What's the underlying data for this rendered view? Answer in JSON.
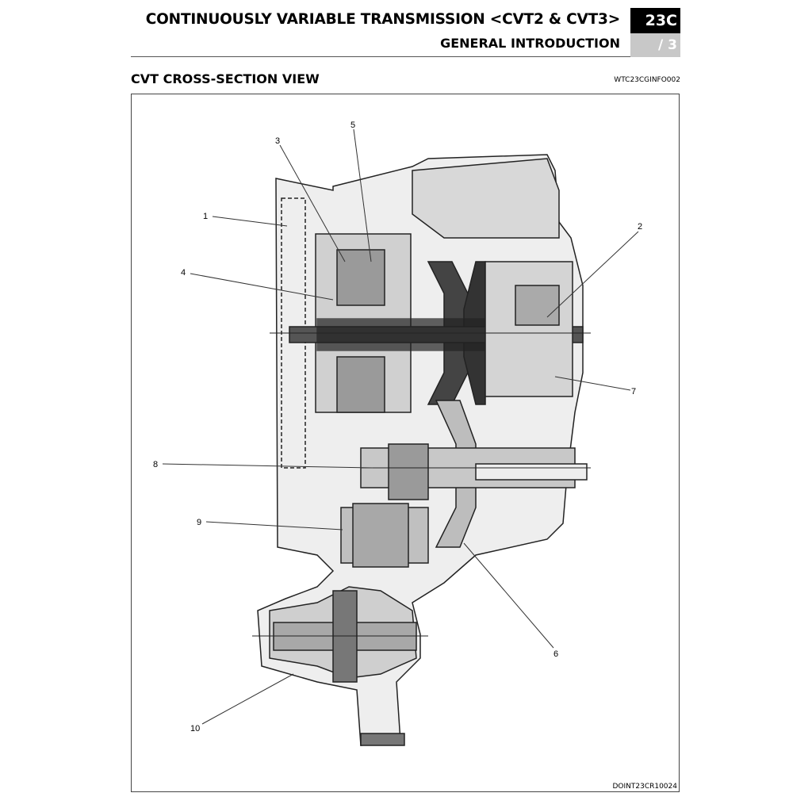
{
  "header": {
    "title": "CONTINUOUSLY VARIABLE TRANSMISSION <CVT2 & CVT3>",
    "subtitle": "GENERAL INTRODUCTION",
    "chapter": "23C",
    "page": "/ 3"
  },
  "section": {
    "heading": "CVT CROSS-SECTION VIEW",
    "code": "WTC23CGINFO002"
  },
  "figure": {
    "code": "DOINT23CR10024",
    "callouts": [
      "1",
      "2",
      "3",
      "4",
      "5",
      "6",
      "7",
      "8",
      "9",
      "10"
    ]
  }
}
